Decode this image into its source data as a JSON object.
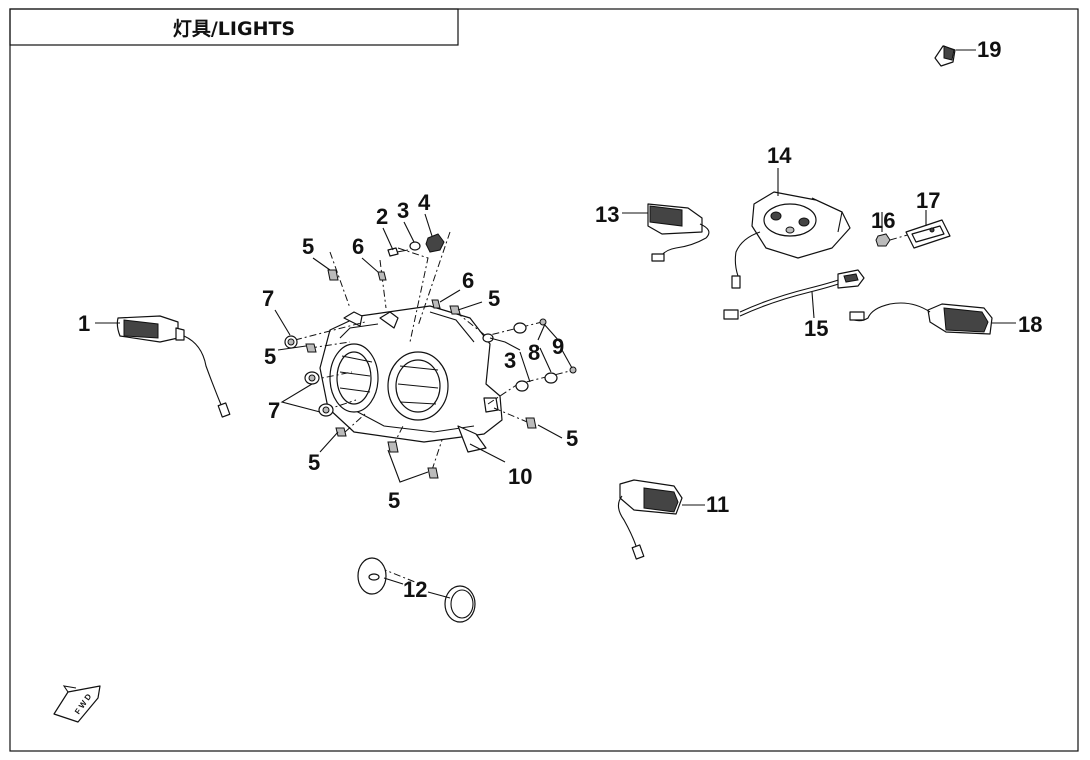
{
  "title": "灯具/LIGHTS",
  "fwd_label": "F W D",
  "callouts": {
    "c1": "1",
    "c2": "2",
    "c3a": "3",
    "c3b": "3",
    "c4": "4",
    "c5a": "5",
    "c5b": "5",
    "c5c": "5",
    "c5d": "5",
    "c5e": "5",
    "c5f": "5",
    "c6a": "6",
    "c6b": "6",
    "c7a": "7",
    "c7b": "7",
    "c8": "8",
    "c9": "9",
    "c10": "10",
    "c11": "11",
    "c12": "12",
    "c13": "13",
    "c14": "14",
    "c15": "15",
    "c16": "16",
    "c17": "17",
    "c18": "18",
    "c19": "19"
  }
}
